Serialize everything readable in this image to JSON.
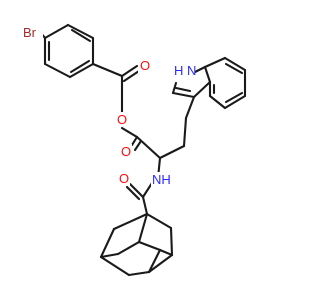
{
  "colors": {
    "bond": "#1a1a1a",
    "oxygen": "#ff0d0d",
    "nitrogen": "#2b2bff",
    "bromine": "#a62929",
    "carbon": "#1a1a1a"
  },
  "labels": {
    "br": "Br",
    "o_ketone": "O",
    "o_ester": "O",
    "o_carbonyl": "O",
    "o_amide": "O",
    "nh_indole": "H N",
    "nh_amide": "NH"
  }
}
